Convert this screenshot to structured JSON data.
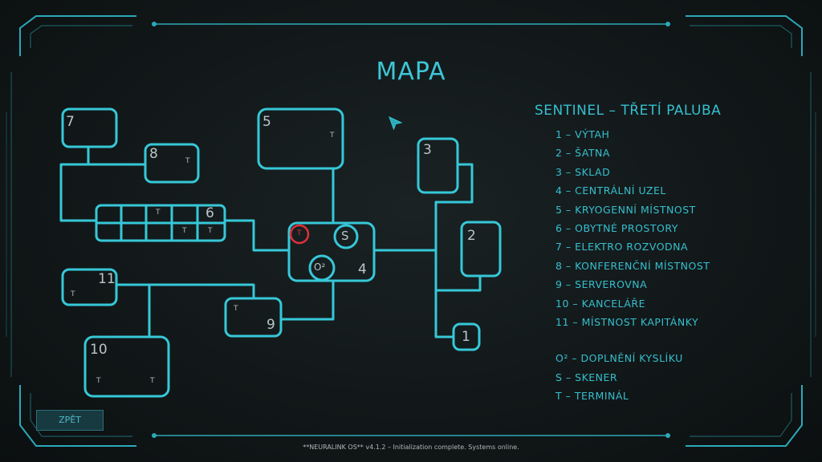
{
  "title": "MAPA",
  "rooms": {
    "r1": "1",
    "r2": "2",
    "r3": "3",
    "r4": "4",
    "r5": "5",
    "r6": "6",
    "r7": "7",
    "r8": "8",
    "r9": "9",
    "r10": "10",
    "r11": "11"
  },
  "symbols": {
    "terminal": "T",
    "scanner": "S",
    "oxygen": "O²"
  },
  "legend": {
    "title": "SENTINEL – TŘETÍ PALUBA",
    "rooms": [
      "1 – VÝTAH",
      "2 – ŠATNA",
      "3 – SKLAD",
      "4 – CENTRÁLNÍ UZEL",
      "5 – KRYOGENNÍ MÍSTNOST",
      "6 – OBYTNÉ PROSTORY",
      "7 – ELEKTRO ROZVODNA",
      "8 – KONFERENČNÍ MÍSTNOST",
      "9 – SERVEROVNA",
      "10 – KANCELÁŘE",
      "11 – MÍSTNOST KAPITÁNKY"
    ],
    "symbols": [
      "O² – DOPLNĚNÍ KYSLÍKU",
      "S – SKENER",
      "T – TERMINÁL"
    ]
  },
  "back_button": "ZPĚT",
  "status_bar": "**NEURALINK OS** v4.1.2 – Initialization complete. Systems online.",
  "colors": {
    "accent": "#36c8d8",
    "active_terminal": "#e0303a",
    "text_light": "#b9c6c8",
    "background": "#141a1b"
  },
  "icons": [
    "cursor-arrow-icon"
  ]
}
